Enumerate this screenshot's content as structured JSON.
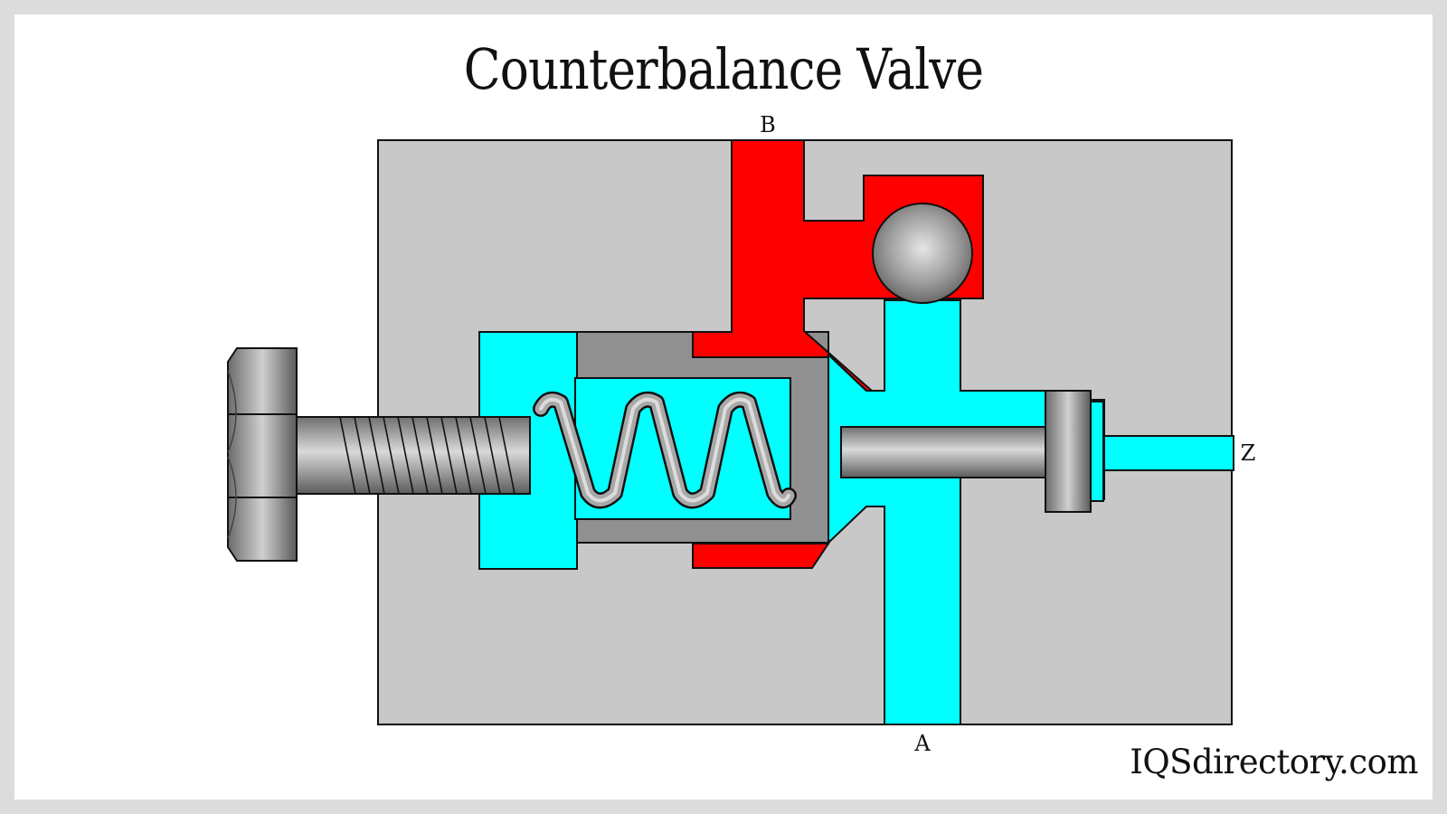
{
  "title": "Counterbalance Valve",
  "ports": {
    "b": "B",
    "a": "A",
    "z": "Z"
  },
  "watermark": "IQSdirectory.com",
  "colors": {
    "body": "#c8c8c8",
    "load_fluid": "#ff0000",
    "pilot_fluid": "#00ffff",
    "spool": "#909090",
    "outline": "#111111"
  }
}
